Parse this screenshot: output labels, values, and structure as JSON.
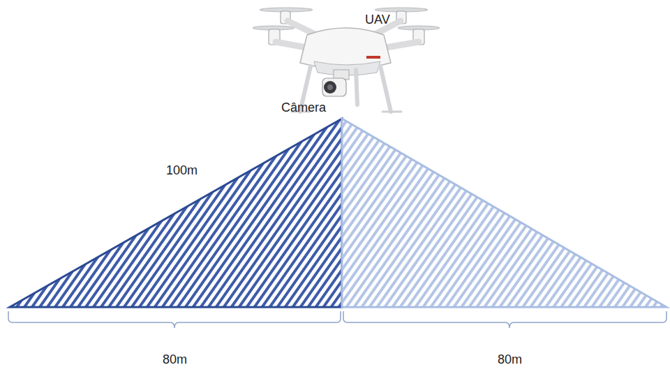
{
  "diagram": {
    "labels": [
      "UAV",
      "Câmera",
      "100m",
      "80m",
      "80m"
    ]
  }
}
